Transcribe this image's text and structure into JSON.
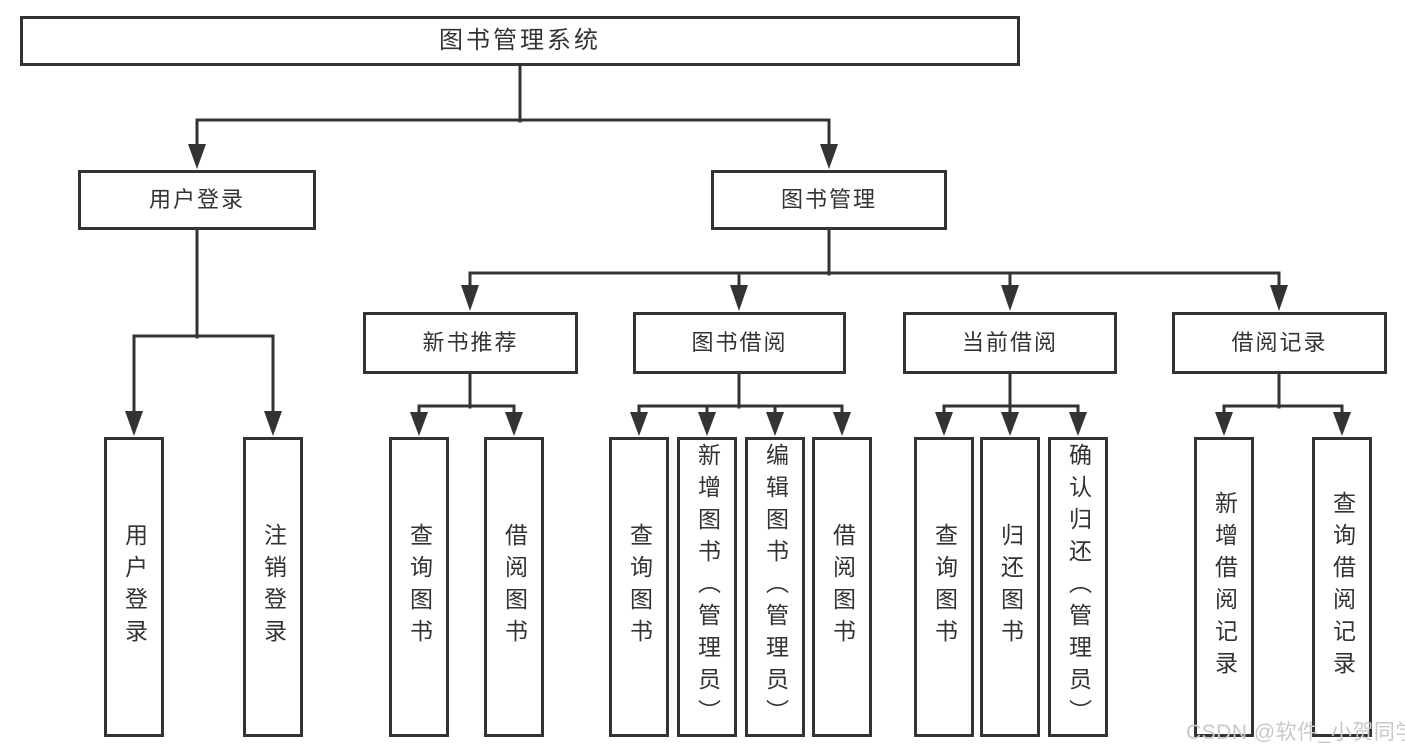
{
  "diagram": {
    "type": "tree",
    "nodes": {
      "root": {
        "label": "图书管理系统"
      },
      "user_login": {
        "label": "用户登录"
      },
      "book_mgmt": {
        "label": "图书管理"
      },
      "new_book_rec": {
        "label": "新书推荐"
      },
      "book_borrow": {
        "label": "图书借阅"
      },
      "current_borrow": {
        "label": "当前借阅"
      },
      "borrow_records": {
        "label": "借阅记录"
      },
      "lf_user_login": {
        "label": "用户登录"
      },
      "lf_logout": {
        "label": "注销登录"
      },
      "lf_rec_query_book": {
        "label": "查询图书"
      },
      "lf_rec_borrow_book": {
        "label": "借阅图书"
      },
      "lf_bb_query_book": {
        "label": "查询图书"
      },
      "lf_bb_add_book": {
        "label": "新增图书（管理员）"
      },
      "lf_bb_edit_book": {
        "label": "编辑图书（管理员）"
      },
      "lf_bb_borrow_book": {
        "label": "借阅图书"
      },
      "lf_cur_query_book": {
        "label": "查询图书"
      },
      "lf_cur_return_book": {
        "label": "归还图书"
      },
      "lf_cur_confirm_return": {
        "label": "确认归还（管理员）"
      },
      "lf_rl_add_record": {
        "label": "新增借阅记录"
      },
      "lf_rl_query_record": {
        "label": "查询借阅记录"
      }
    },
    "hierarchy": {
      "root": [
        "user_login",
        "book_mgmt"
      ],
      "user_login": [
        "lf_user_login",
        "lf_logout"
      ],
      "book_mgmt": [
        "new_book_rec",
        "book_borrow",
        "current_borrow",
        "borrow_records"
      ],
      "new_book_rec": [
        "lf_rec_query_book",
        "lf_rec_borrow_book"
      ],
      "book_borrow": [
        "lf_bb_query_book",
        "lf_bb_add_book",
        "lf_bb_edit_book",
        "lf_bb_borrow_book"
      ],
      "current_borrow": [
        "lf_cur_query_book",
        "lf_cur_return_book",
        "lf_cur_confirm_return"
      ],
      "borrow_records": [
        "lf_rl_add_record",
        "lf_rl_query_record"
      ]
    }
  },
  "watermark": "CSDN @软件_小贺同学",
  "colors": {
    "line": "#333333",
    "text": "#333333",
    "node_bg": "#ffffff",
    "background": "#ffffff",
    "watermark": "#c9c9c9"
  }
}
